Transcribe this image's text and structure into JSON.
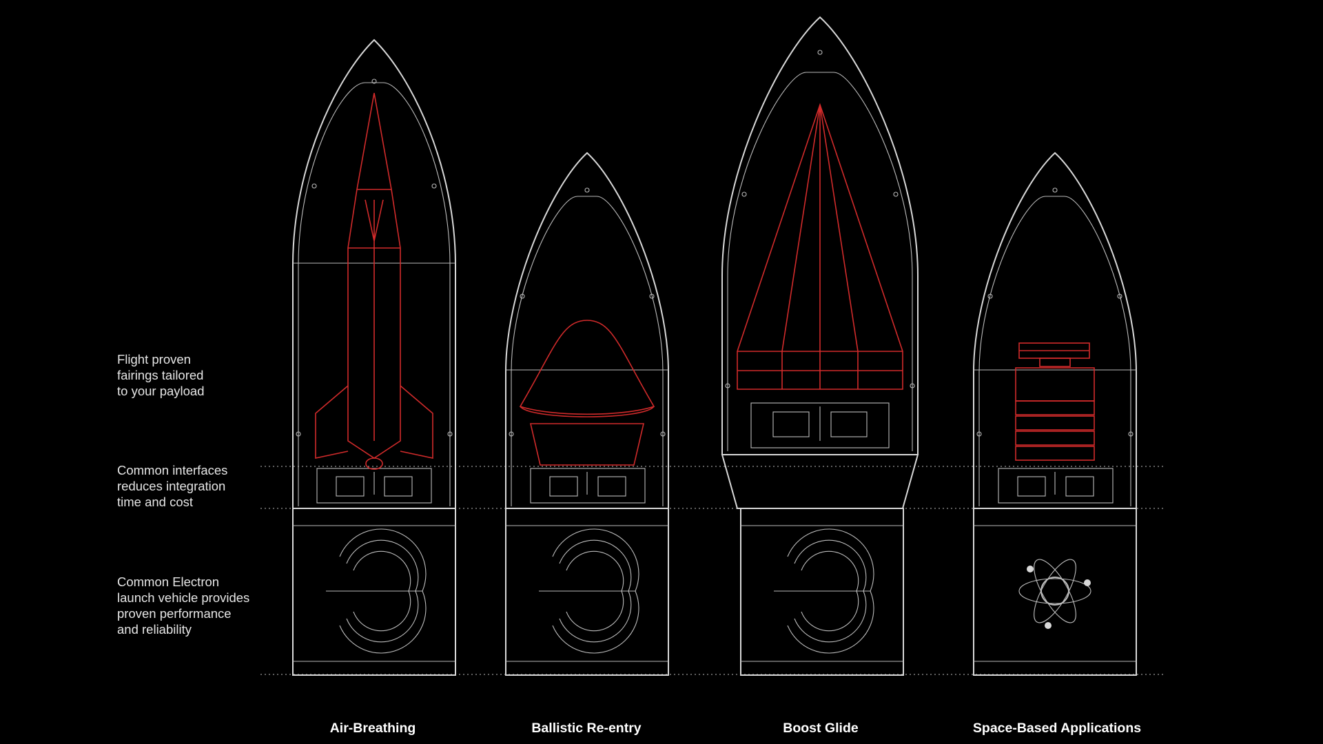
{
  "annotations": {
    "fairing": "Flight proven\nfairings tailored\nto your payload",
    "interface": "Common interfaces\nreduces integration\ntime and cost",
    "vehicle": "Common Electron\nlaunch vehicle provides\nproven performance\nand reliability"
  },
  "vehicles": [
    {
      "label": "Air-Breathing",
      "emblem": "trajectory-emblem",
      "payload": "air-breathing-vehicle"
    },
    {
      "label": "Ballistic Re-entry",
      "emblem": "trajectory-emblem",
      "payload": "reentry-capsule"
    },
    {
      "label": "Boost Glide",
      "emblem": "trajectory-emblem",
      "payload": "glide-body"
    },
    {
      "label": "Space-Based Applications",
      "emblem": "atom-globe-emblem",
      "payload": "satellite"
    }
  ],
  "colors": {
    "background": "#000000",
    "line": "#d9d9d9",
    "payload": "#d22b2b"
  }
}
